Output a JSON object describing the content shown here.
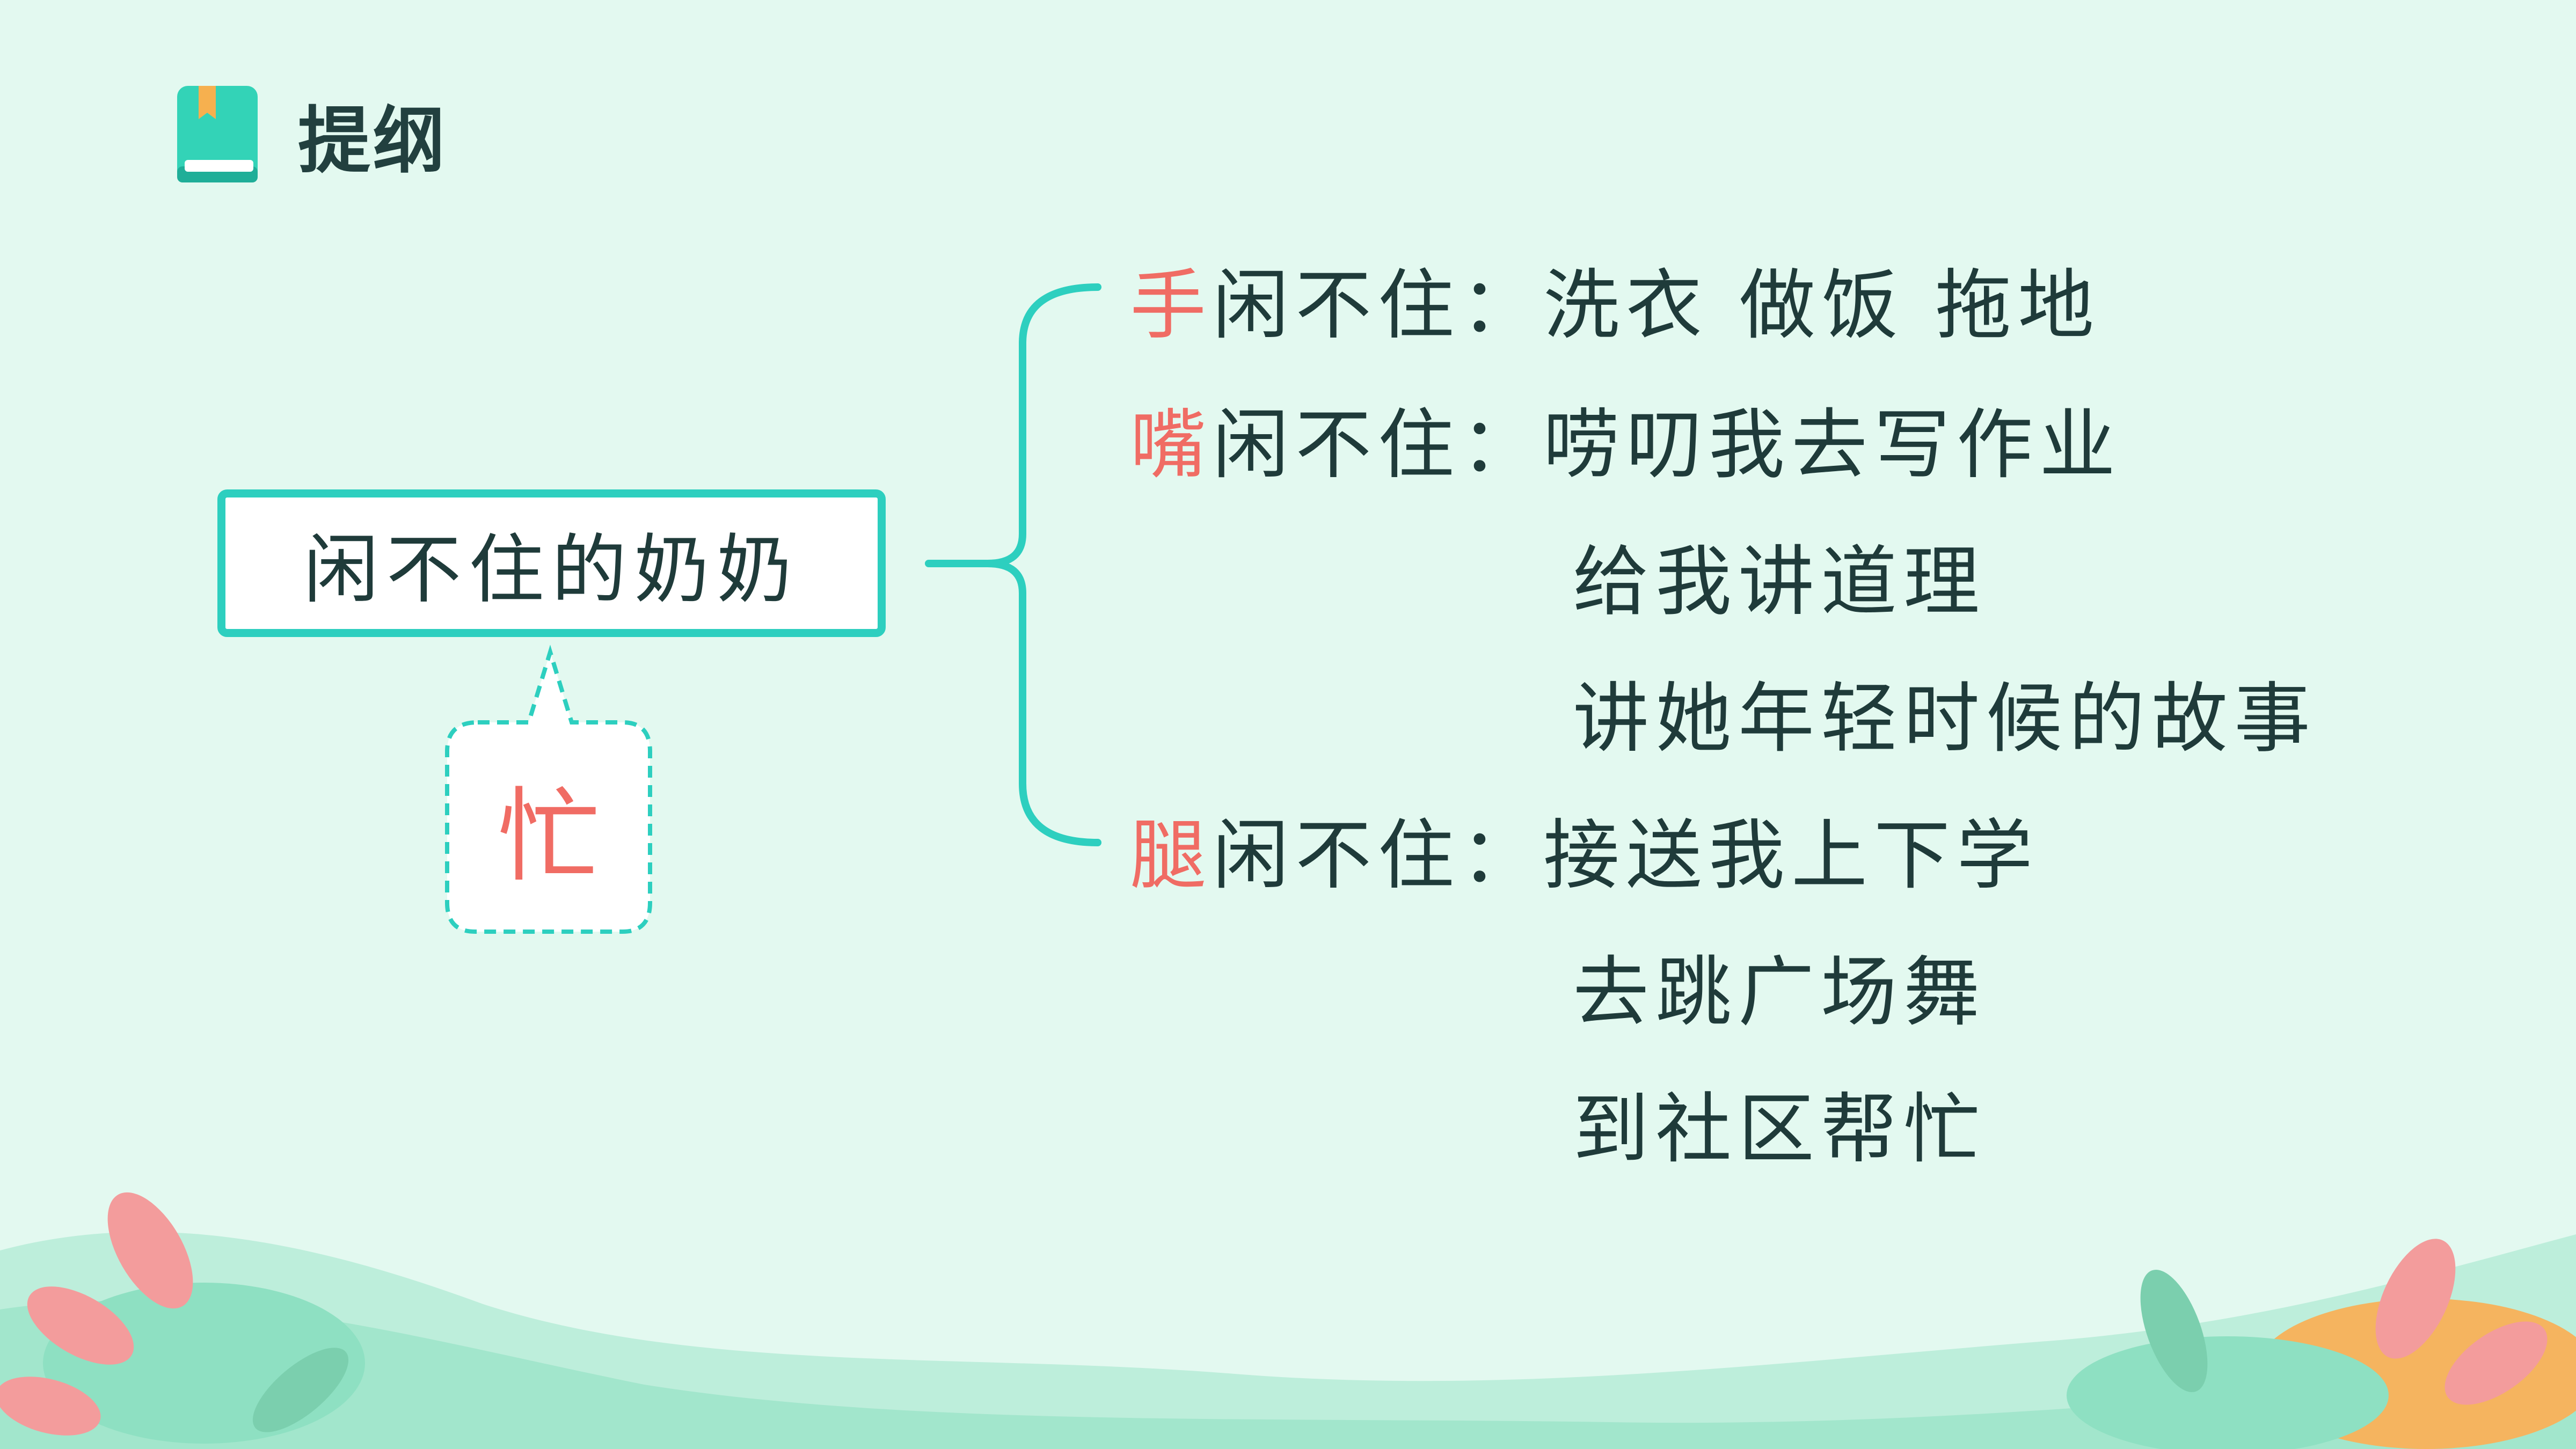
{
  "header": {
    "title": "提纲"
  },
  "center": {
    "label": "闲不住的奶奶"
  },
  "callout": {
    "label": "忙"
  },
  "branches": [
    {
      "key": "手",
      "rest": "闲不住：",
      "items": [
        "洗衣  做饭  拖地"
      ]
    },
    {
      "key": "嘴",
      "rest": "闲不住：",
      "items": [
        "唠叨我去写作业",
        "给我讲道理",
        "讲她年轻时候的故事"
      ]
    },
    {
      "key": "腿",
      "rest": "闲不住：",
      "items": [
        "接送我上下学",
        "去跳广场舞",
        "到社区帮忙"
      ]
    }
  ],
  "colors": {
    "background": "#e3f9f0",
    "accent": "#2dcfbf",
    "highlight": "#f06c64",
    "text": "#1f3b3a"
  },
  "icons": {
    "header": "book-icon"
  }
}
